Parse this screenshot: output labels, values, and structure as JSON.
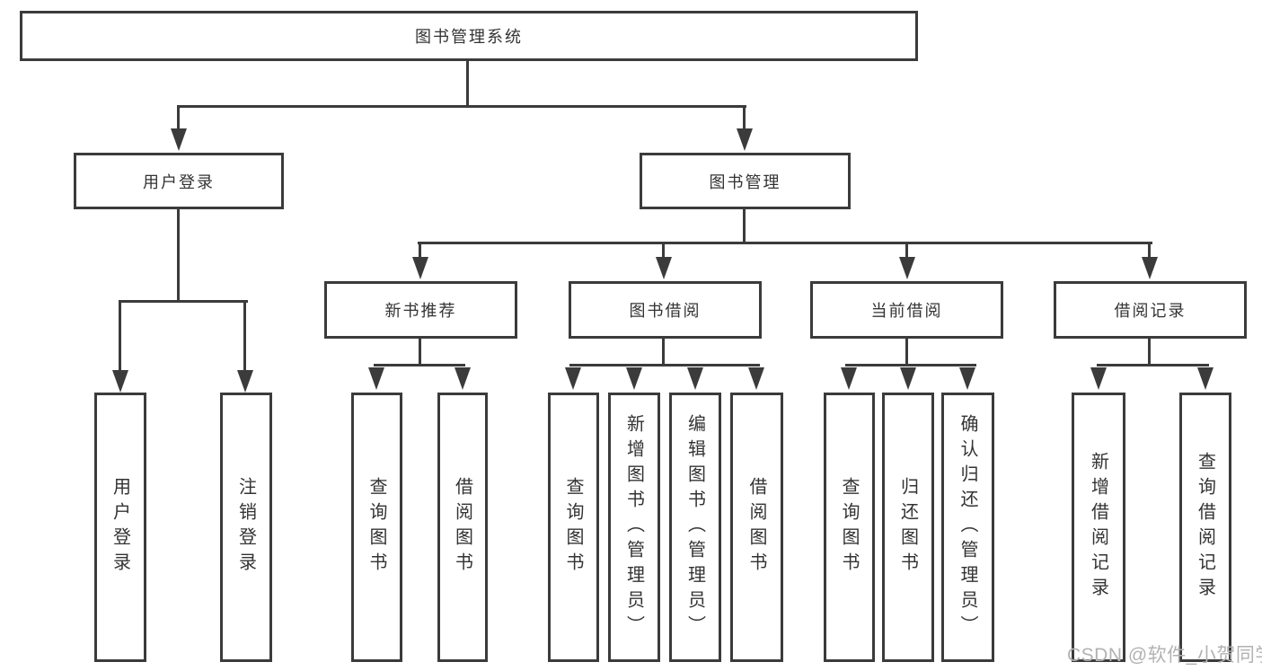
{
  "colors": {
    "line": "#3b3b3b",
    "text": "#333333",
    "watermark": "#b2b2b2",
    "bg": "#ffffff"
  },
  "watermark": {
    "text": "CSDN @软件_小贺同学"
  },
  "diagram": {
    "root": {
      "label": "图书管理系统"
    },
    "branches": {
      "user_login": {
        "label": "用户登录",
        "children": {
          "login": {
            "label": "用户登录"
          },
          "logout": {
            "label": "注销登录"
          }
        }
      },
      "book_mgmt": {
        "label": "图书管理",
        "children": {
          "new_book_rec": {
            "label": "新书推荐",
            "children": {
              "query_book": {
                "label": "查询图书"
              },
              "borrow_book": {
                "label": "借阅图书"
              }
            }
          },
          "book_borrow": {
            "label": "图书借阅",
            "children": {
              "query_book": {
                "label": "查询图书"
              },
              "add_book": {
                "label": "新增图书（管理员）"
              },
              "edit_book": {
                "label": "编辑图书（管理员）"
              },
              "borrow_book": {
                "label": "借阅图书"
              }
            }
          },
          "current_borrow": {
            "label": "当前借阅",
            "children": {
              "query_book": {
                "label": "查询图书"
              },
              "return_book": {
                "label": "归还图书"
              },
              "confirm_return": {
                "label": "确认归还（管理员）"
              }
            }
          },
          "borrow_records": {
            "label": "借阅记录",
            "children": {
              "add_record": {
                "label": "新增借阅记录"
              },
              "query_record": {
                "label": "查询借阅记录"
              }
            }
          }
        }
      }
    }
  }
}
